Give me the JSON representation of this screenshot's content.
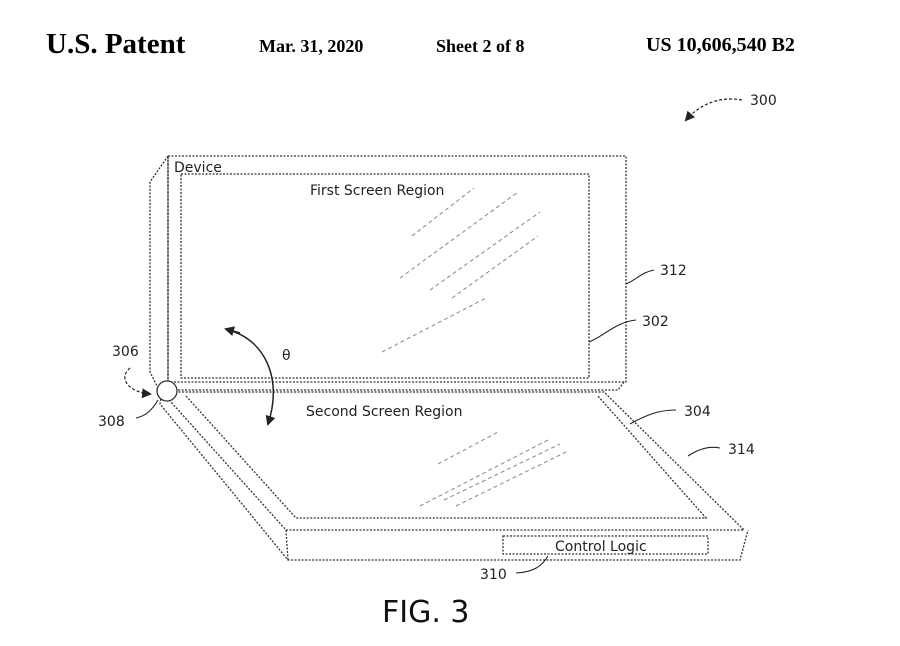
{
  "header": {
    "patent_label": "U.S. Patent",
    "date": "Mar. 31, 2020",
    "sheet": "Sheet 2 of 8",
    "patent_number": "US 10,606,540 B2"
  },
  "figure": {
    "caption": "FIG. 3",
    "labels": {
      "device": "Device",
      "first_screen_region": "First Screen Region",
      "second_screen_region": "Second Screen Region",
      "control_logic": "Control Logic",
      "angle": "θ"
    },
    "reference_numerals": {
      "device_300": "300",
      "first_screen_302": "302",
      "second_screen_304": "304",
      "ref_306": "306",
      "hinge_308": "308",
      "control_logic_310": "310",
      "first_housing_312": "312",
      "second_housing_314": "314"
    }
  }
}
